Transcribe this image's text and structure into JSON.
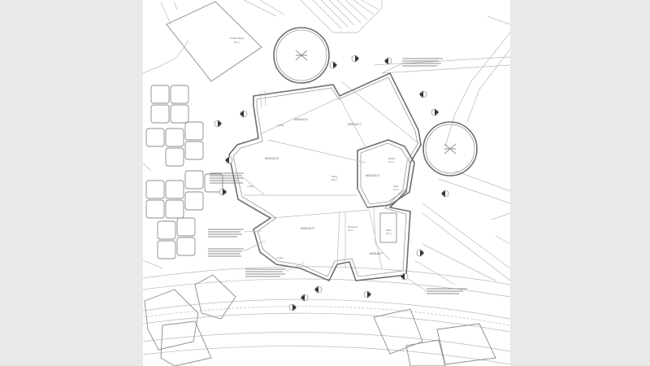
{
  "rooms": {
    "module_a": "MODULE A",
    "module_b": "MODULE B",
    "module_c": "MODULE C",
    "module_d": "MODULE D",
    "module_e": "MODULE E",
    "module_f": "MODULE F"
  },
  "spaces": {
    "outdoor_dining": "Outdoor Dining",
    "outdoor_dining_area": "50 m²",
    "dining": "Dining",
    "dining_area": "48 m²",
    "kitchen": "Kitchen",
    "kitchen_area": "23 m²",
    "store": "Store",
    "store_area": "14 m²",
    "storeroom": "Storeroom",
    "storeroom_area": "12 m²",
    "office": "Office",
    "office_area": "10 m²"
  },
  "levels": {
    "l1": "+1.400",
    "l2": "+1.400",
    "l3": "+1.400"
  }
}
